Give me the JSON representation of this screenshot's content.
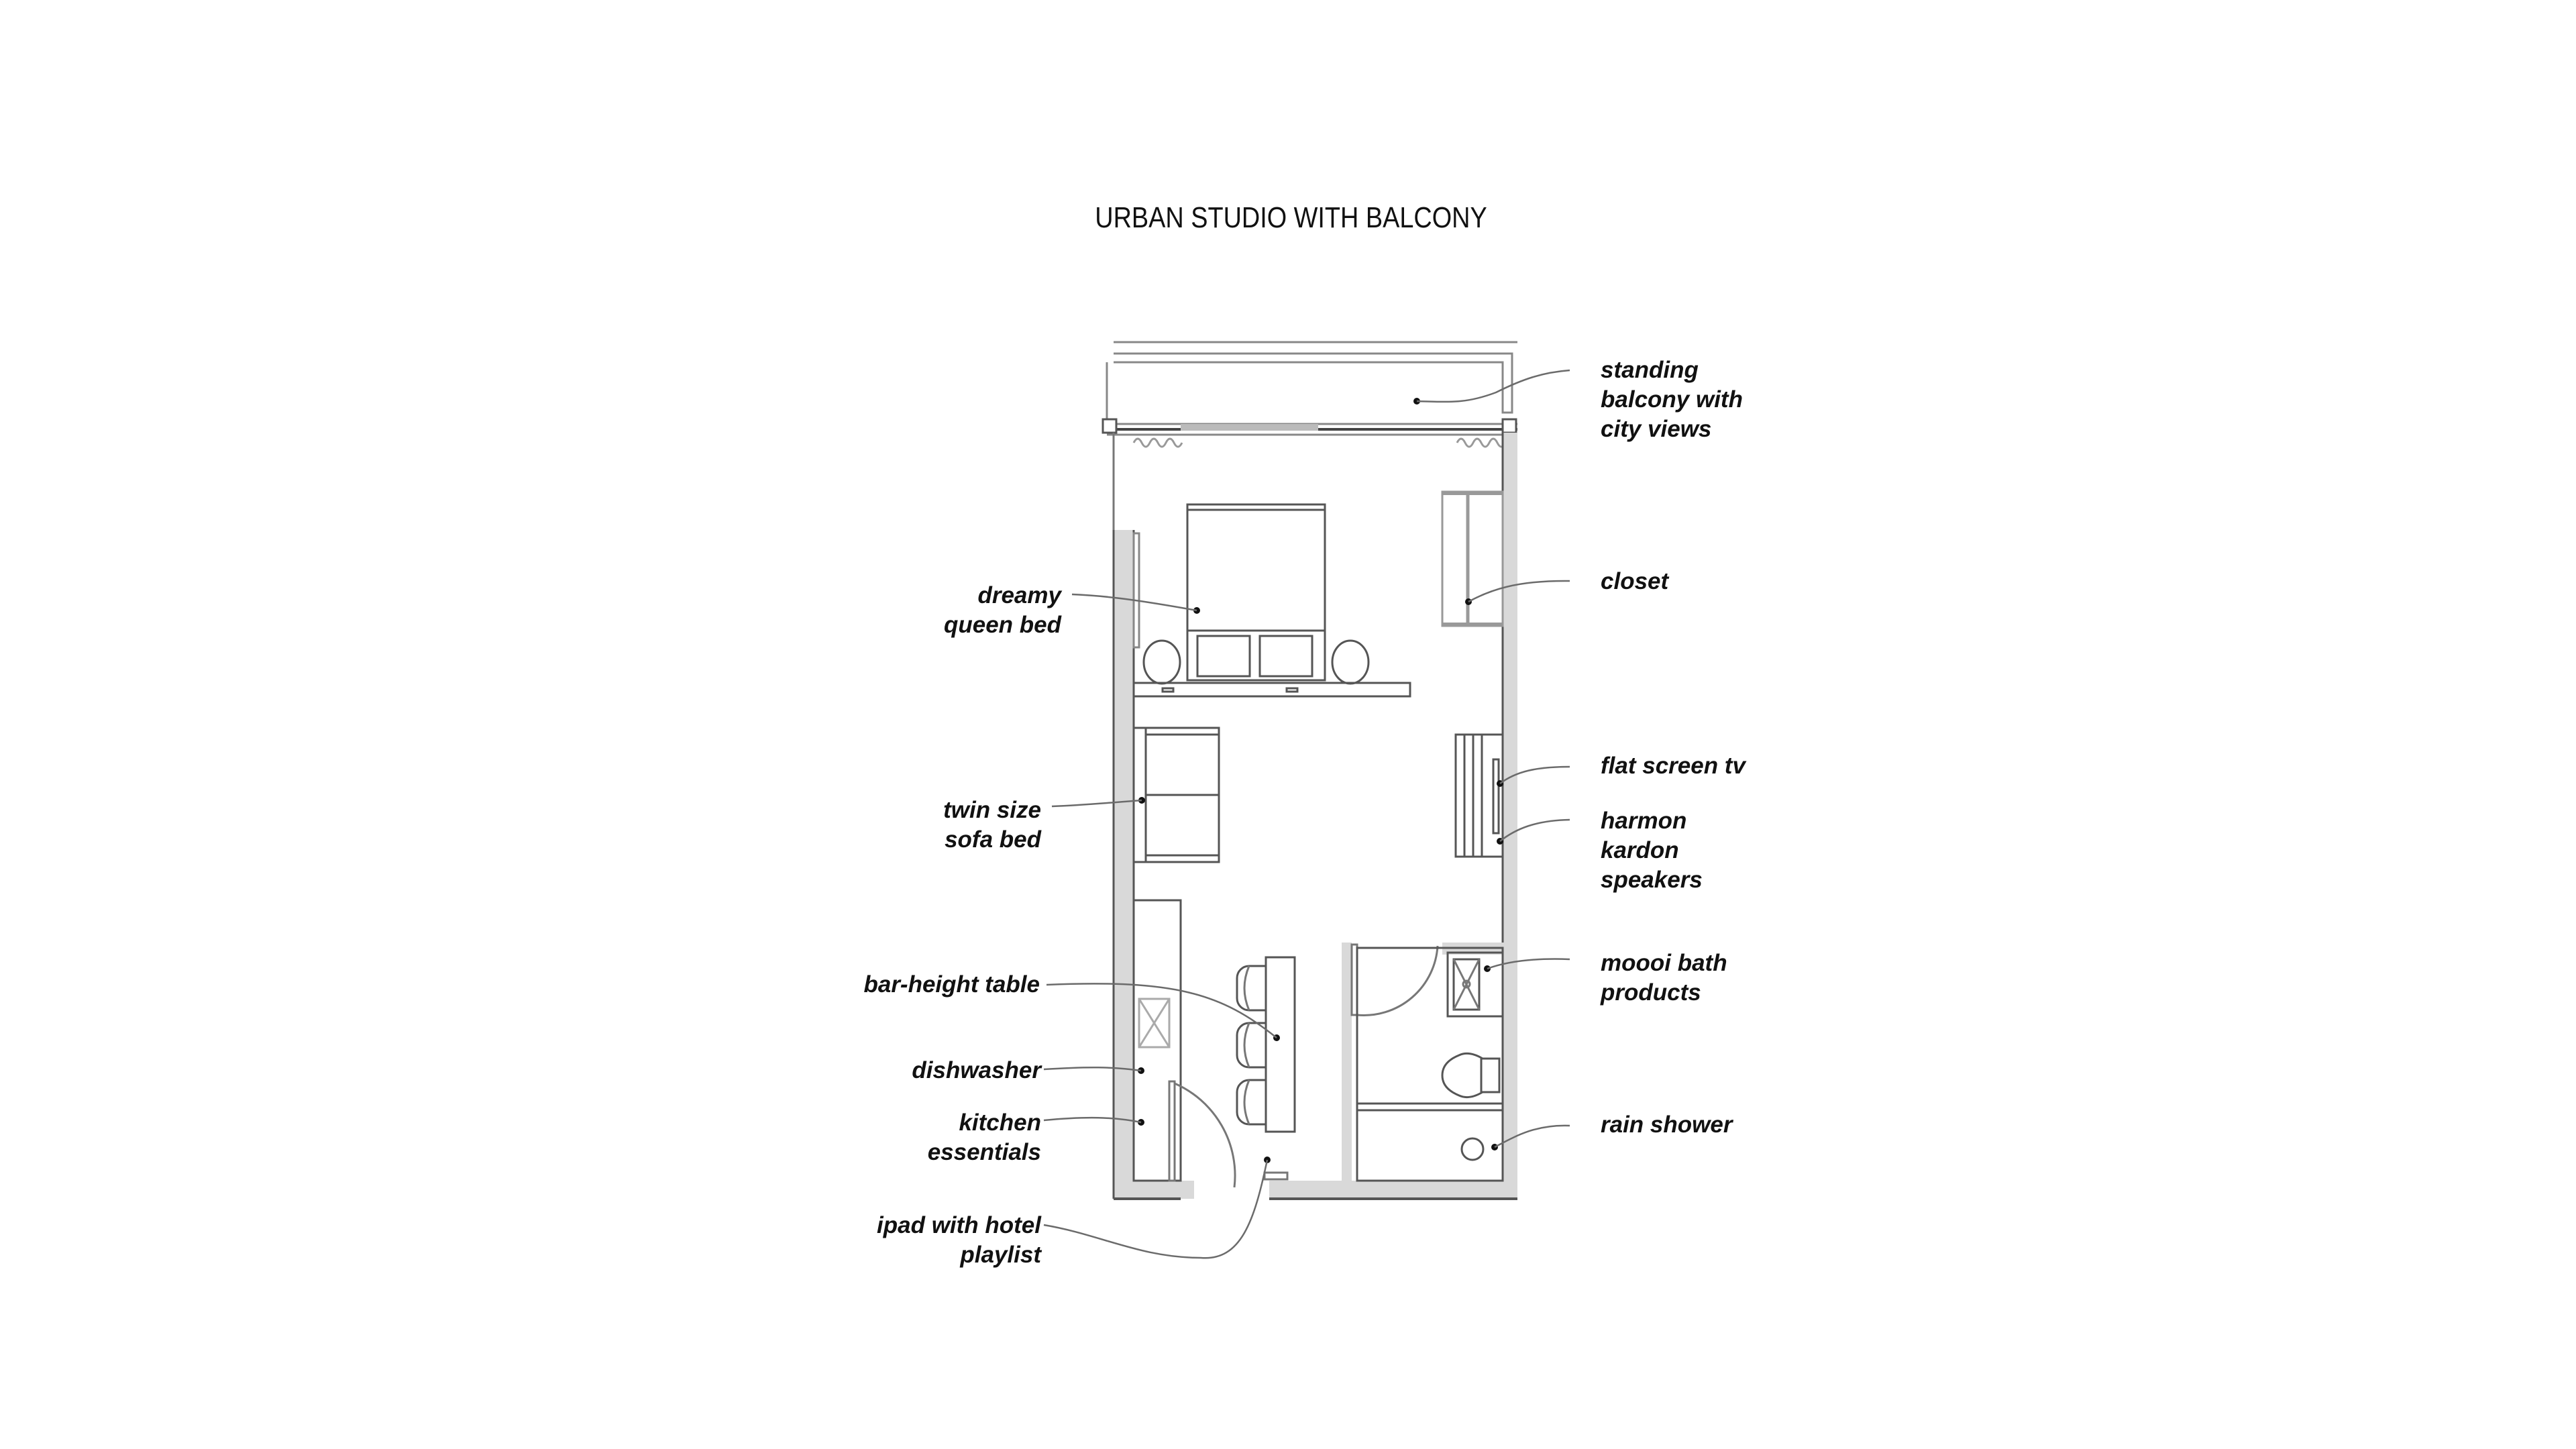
{
  "title": "URBAN STUDIO WITH BALCONY",
  "colors": {
    "wall_fill": "#d9d9d9",
    "line": "#555555",
    "leader": "#6b6b6b",
    "text": "#111111",
    "background": "#ffffff"
  },
  "labels": {
    "balcony": "standing\nbalcony with\ncity views",
    "closet": "closet",
    "queen_bed": "dreamy\nqueen bed",
    "sofa_bed": "twin size\nsofa bed",
    "tv": "flat screen tv",
    "speakers": "harmon\nkardon\nspeakers",
    "bar_table": "bar-height table",
    "bath_products": "moooi bath\nproducts",
    "dishwasher": "dishwasher",
    "kitchen": "kitchen\nessentials",
    "rain_shower": "rain shower",
    "ipad": "ipad with hotel\nplaylist"
  }
}
